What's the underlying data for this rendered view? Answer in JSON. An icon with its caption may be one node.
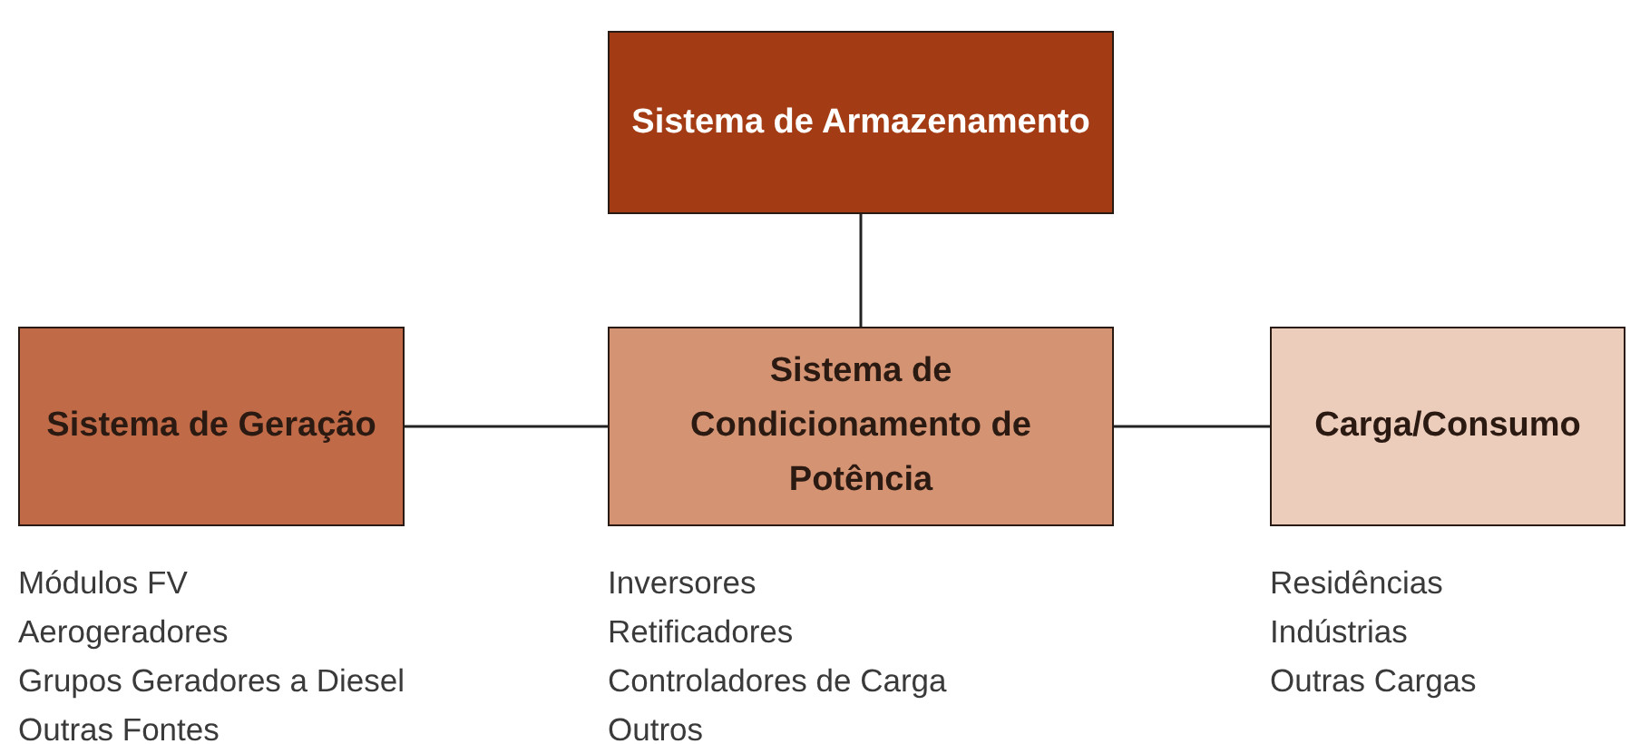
{
  "diagram": {
    "nodes": [
      {
        "text": [
          "Sistema de Armazenamento"
        ]
      },
      {
        "text": [
          "Sistema de Geração"
        ],
        "beside": [
          "Módulos FV",
          "Aerogeradores",
          "Grupos Geradores a Diesel",
          "Outras Fontes"
        ]
      },
      {
        "text": [
          "Sistema de Condicionamento de Potência"
        ],
        "beside": [
          "Inversores",
          "Retificadores",
          "Controladores de Carga",
          "Outros"
        ]
      },
      {
        "text": [
          "Carga/Consumo"
        ],
        "beside": [
          "Residências",
          "Indústrias",
          "Outras Cargas"
        ]
      }
    ],
    "edges": [
      {
        "from": 0,
        "to": 2,
        "arrow": "none"
      },
      {
        "from": 1,
        "to": 2,
        "arrow": "none"
      },
      {
        "from": 2,
        "to": 3,
        "arrow": "none"
      }
    ]
  }
}
